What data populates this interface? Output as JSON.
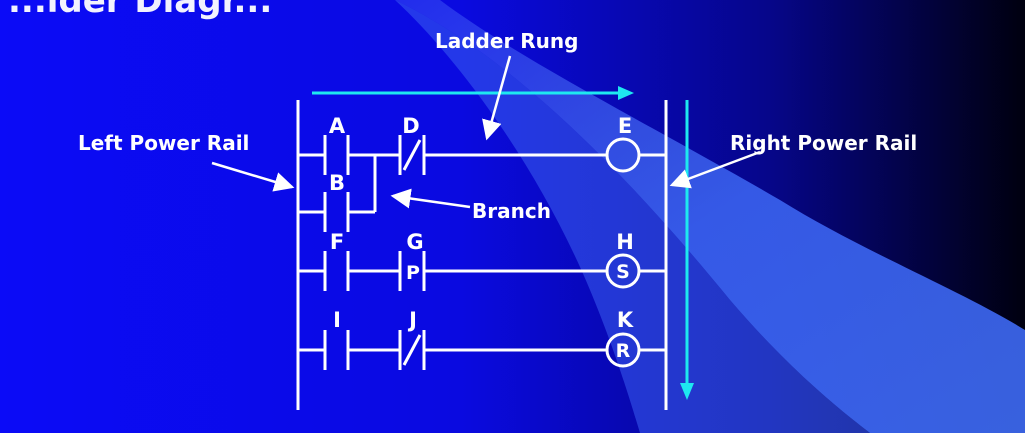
{
  "diagram": {
    "title_fragment": "...lder Diagr...",
    "labels": {
      "ladder_rung": "Ladder Rung",
      "left_power_rail": "Left Power Rail",
      "right_power_rail": "Right Power Rail",
      "branch": "Branch"
    },
    "contacts": [
      {
        "id": "A",
        "type": "NO"
      },
      {
        "id": "B",
        "type": "NO"
      },
      {
        "id": "D",
        "type": "NC"
      },
      {
        "id": "F",
        "type": "NO"
      },
      {
        "id": "G",
        "type": "P"
      },
      {
        "id": "I",
        "type": "NO"
      },
      {
        "id": "J",
        "type": "NC"
      }
    ],
    "coils": [
      {
        "id": "E",
        "symbol": ""
      },
      {
        "id": "H",
        "symbol": "S"
      },
      {
        "id": "K",
        "symbol": "R"
      }
    ],
    "colors": {
      "background_left": "#0a0af5",
      "background_right": "#000010",
      "swoosh": "#3c66f0",
      "lines": "#ffffff",
      "arrows_cyan": "#1ee8f0"
    }
  }
}
